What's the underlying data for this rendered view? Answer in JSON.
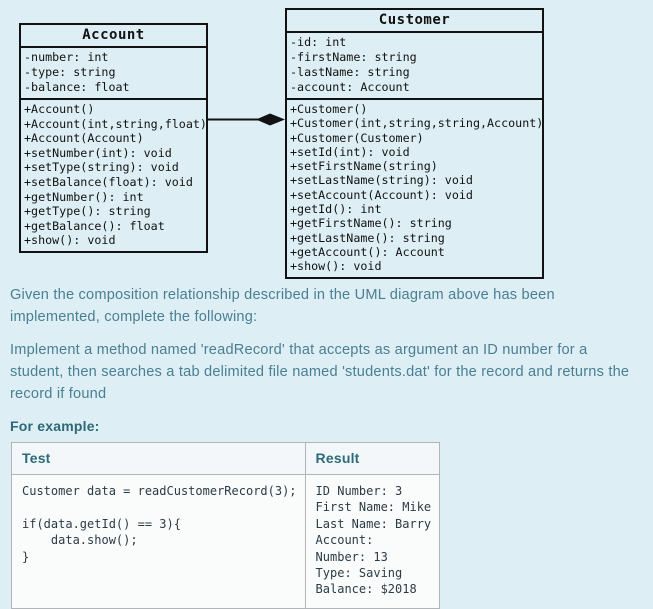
{
  "uml": {
    "relationship": "composition",
    "account": {
      "title": "Account",
      "attributes": [
        "-number: int",
        "-type: string",
        "-balance: float"
      ],
      "methods": [
        "+Account()",
        "+Account(int,string,float)",
        "+Account(Account)",
        "+setNumber(int): void",
        "+setType(string): void",
        "+setBalance(float): void",
        "+getNumber(): int",
        "+getType(): string",
        "+getBalance(): float",
        "+show(): void"
      ]
    },
    "customer": {
      "title": "Customer",
      "attributes": [
        "-id: int",
        "-firstName: string",
        "-lastName: string",
        "-account: Account"
      ],
      "methods": [
        "+Customer()",
        "+Customer(int,string,string,Account)",
        "+Customer(Customer)",
        "+setId(int): void",
        "+setFirstName(string)",
        "+setLastName(string): void",
        "+setAccount(Account): void",
        "+getId(): int",
        "+getFirstName(): string",
        "+getLastName(): string",
        "+getAccount(): Account",
        "+show(): void"
      ]
    }
  },
  "instructions": {
    "paragraph1": "Given the composition relationship described in the UML diagram above has been implemented, complete the following:",
    "paragraph2": "Implement a method named 'readRecord' that accepts as argument an ID number for a student, then searches a tab delimited file named 'students.dat' for the record and returns the record if found",
    "example_label": "For example:"
  },
  "example_table": {
    "headers": [
      "Test",
      "Result"
    ],
    "test_lines": [
      "Customer data = readCustomerRecord(3);",
      "",
      "if(data.getId() == 3){",
      "    data.show();",
      "}"
    ],
    "result_lines": [
      "ID Number: 3",
      "First Name: Mike",
      "Last Name: Barry",
      "Account:",
      "Number: 13",
      "Type: Saving",
      "Balance: $2018"
    ]
  },
  "colors": {
    "page_background": "#ddeff4",
    "paragraph_text": "#4a7e93",
    "heading_text": "#2d6876",
    "uml_line": "#121212",
    "table_border": "#b0b5ba",
    "table_header_bg": "#f3f7f9",
    "table_body_bg": "#fafcfc"
  }
}
